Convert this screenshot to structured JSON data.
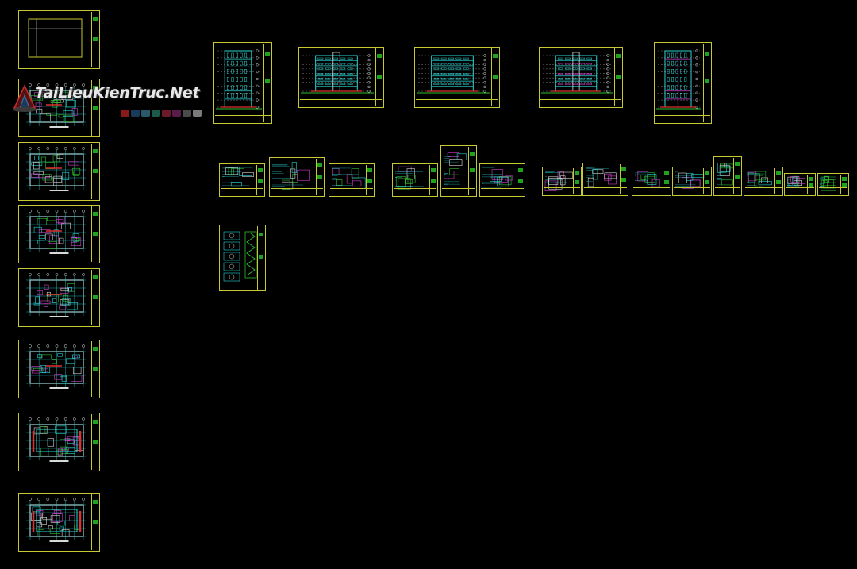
{
  "app": {
    "view": "model-space",
    "background_color": "#000000",
    "frame_color": "#c8c832"
  },
  "watermark": {
    "text": "TaiLieuKienTruc.Net",
    "swatch_colors": [
      "#8a1a1a",
      "#1a3a5a",
      "#2a5a6a",
      "#1a5a4a",
      "#6a1a2a",
      "#5a1a4a",
      "#4a4a4a",
      "#7a7a7a"
    ]
  },
  "sheets": {
    "plans": [
      {
        "id": "plan-1",
        "kind": "cover"
      },
      {
        "id": "plan-2",
        "kind": "plan"
      },
      {
        "id": "plan-3",
        "kind": "plan"
      },
      {
        "id": "plan-4",
        "kind": "plan"
      },
      {
        "id": "plan-5",
        "kind": "plan"
      },
      {
        "id": "plan-6",
        "kind": "plan"
      },
      {
        "id": "plan-7",
        "kind": "plan"
      },
      {
        "id": "plan-8",
        "kind": "plan"
      }
    ],
    "elevations": [
      {
        "id": "elevation-1",
        "kind": "elevation-front"
      },
      {
        "id": "elevation-2",
        "kind": "section"
      },
      {
        "id": "elevation-3",
        "kind": "elevation-side"
      },
      {
        "id": "elevation-4",
        "kind": "section-color"
      },
      {
        "id": "elevation-5",
        "kind": "section-magenta"
      }
    ],
    "details": [
      {
        "id": "detail-1"
      },
      {
        "id": "detail-2"
      },
      {
        "id": "detail-3"
      },
      {
        "id": "detail-4"
      },
      {
        "id": "detail-5"
      },
      {
        "id": "detail-6"
      },
      {
        "id": "detail-7"
      },
      {
        "id": "detail-8"
      },
      {
        "id": "detail-9"
      },
      {
        "id": "detail-10"
      },
      {
        "id": "detail-11"
      },
      {
        "id": "detail-12"
      },
      {
        "id": "detail-13"
      },
      {
        "id": "detail-14"
      },
      {
        "id": "detail-15"
      }
    ],
    "extra": [
      {
        "id": "detail-16",
        "kind": "stair-detail"
      }
    ]
  },
  "line_colors": {
    "cyan": "#2ad4d4",
    "white": "#d8d8d8",
    "red": "#e03030",
    "magenta": "#d040d0",
    "green": "#30c030",
    "yellow": "#c8c832",
    "blue": "#3060e0"
  }
}
